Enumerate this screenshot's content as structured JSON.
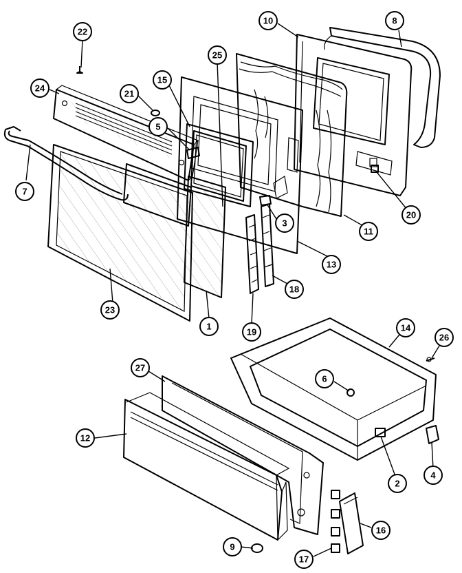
{
  "diagram": {
    "callouts": [
      "22",
      "24",
      "21",
      "15",
      "5",
      "25",
      "10",
      "8",
      "7",
      "3",
      "20",
      "11",
      "13",
      "18",
      "23",
      "1",
      "19",
      "14",
      "26",
      "27",
      "6",
      "12",
      "4",
      "2",
      "16",
      "9",
      "17"
    ]
  }
}
